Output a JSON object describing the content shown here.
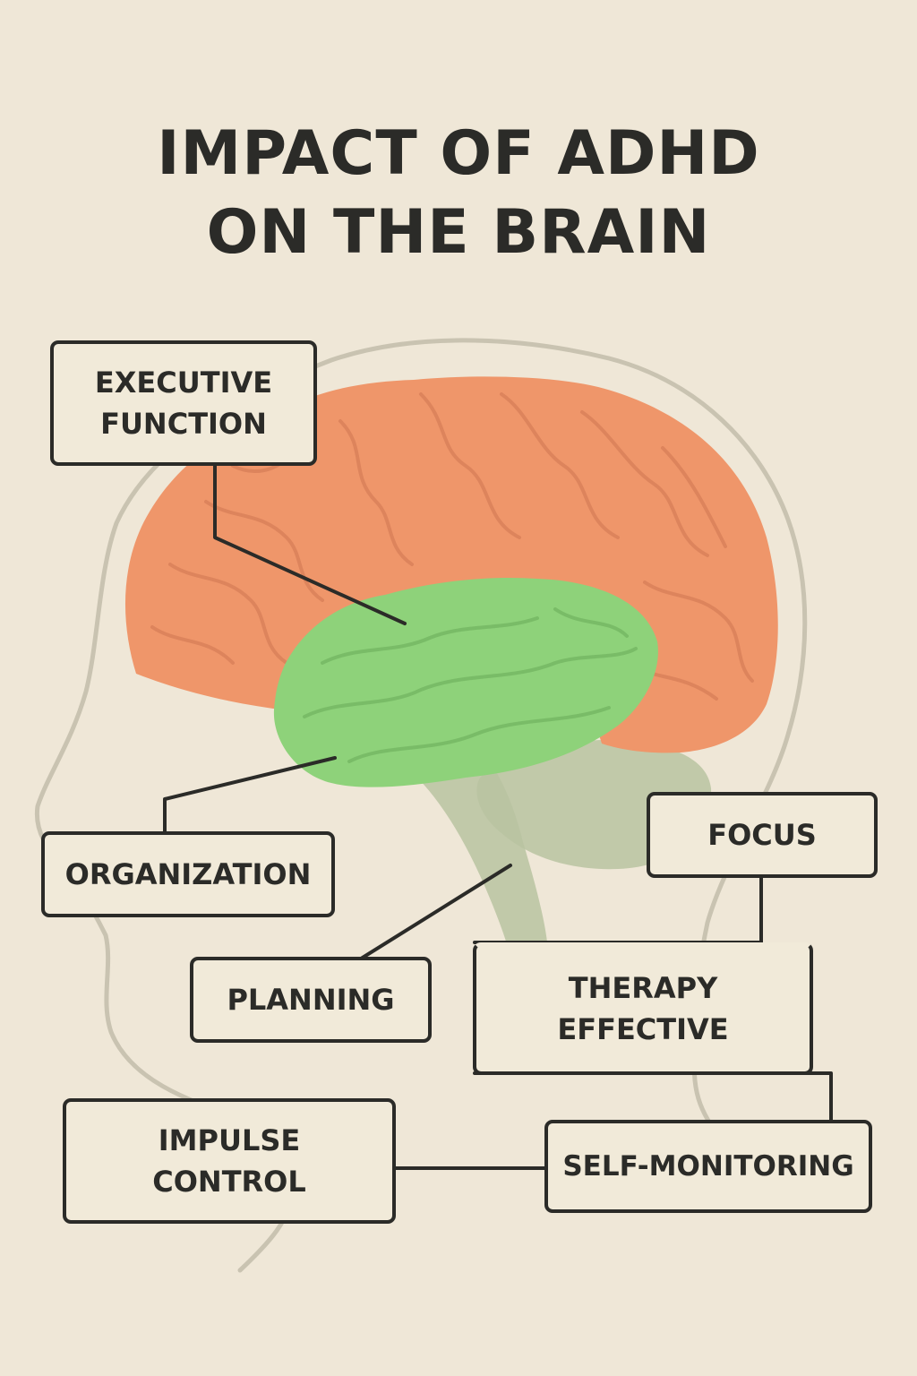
{
  "title": {
    "line1": "IMPACT OF ADHD",
    "line2": "ON THE BRAIN"
  },
  "labels": {
    "executive_function": [
      "EXECUTIVE",
      "FUNCTION"
    ],
    "organization": "ORGANIZATION",
    "planning": "PLANNING",
    "focus": "FOCUS",
    "therapy_effective": [
      "THERAPY",
      "EFFECTIVE"
    ],
    "impulse_control": [
      "IMPULSE",
      "CONTROL"
    ],
    "self_monitoring": "SELF-MONITORING"
  },
  "colors": {
    "background": "#efe7d7",
    "cerebrum": "#ef966a",
    "highlighted_region": "#8ed27a",
    "brainstem_cerebellum": "#b8c3a1",
    "outline": "#2b2b28"
  }
}
